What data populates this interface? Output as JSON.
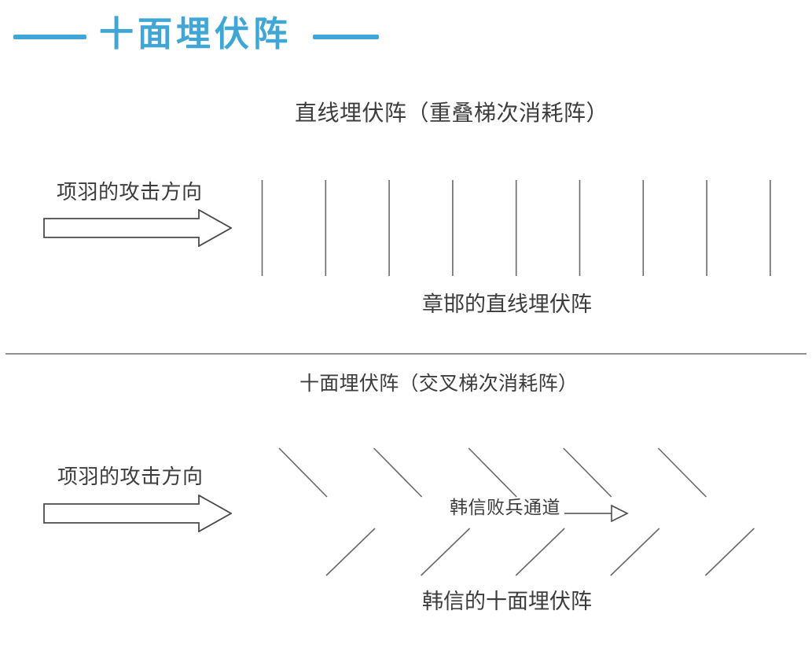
{
  "title": {
    "text": "十面埋伏阵"
  },
  "diagram1": {
    "heading": "直线埋伏阵（重叠梯次消耗阵）",
    "attack_label": "项羽的攻击方向",
    "caption": "章邯的直线埋伏阵",
    "vertical_line_count": 9
  },
  "diagram2": {
    "heading": "十面埋伏阵（交叉梯次消耗阵）",
    "attack_label": "项羽的攻击方向",
    "channel_label": "韩信败兵通道",
    "caption": "韩信的十面埋伏阵",
    "chevron_count": 5
  },
  "colors": {
    "accent": "#3fa6d5",
    "stroke": "#6a6a6a",
    "arrow_stroke": "#4a4a4a",
    "text": "#3c3c3c",
    "divider": "#8f8f8f"
  }
}
